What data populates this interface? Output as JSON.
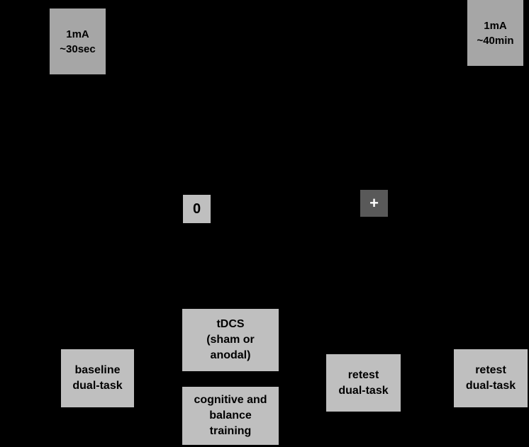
{
  "stimulation": {
    "brief": "1mA\n~30sec",
    "long": "1mA\n~40min"
  },
  "markers": {
    "zero": "0",
    "plus": "+"
  },
  "steps": {
    "baseline": "baseline\ndual-task",
    "tdcs": "tDCS\n(sham or\nanodal)",
    "training": "cognitive and\nbalance\ntraining",
    "retest_1": "retest\ndual-task",
    "retest_2": "retest\ndual-task"
  },
  "colors": {
    "background": "#000000",
    "box_light": "#bfbfbf",
    "box_mid": "#a6a6a6",
    "box_dark": "#595959"
  }
}
